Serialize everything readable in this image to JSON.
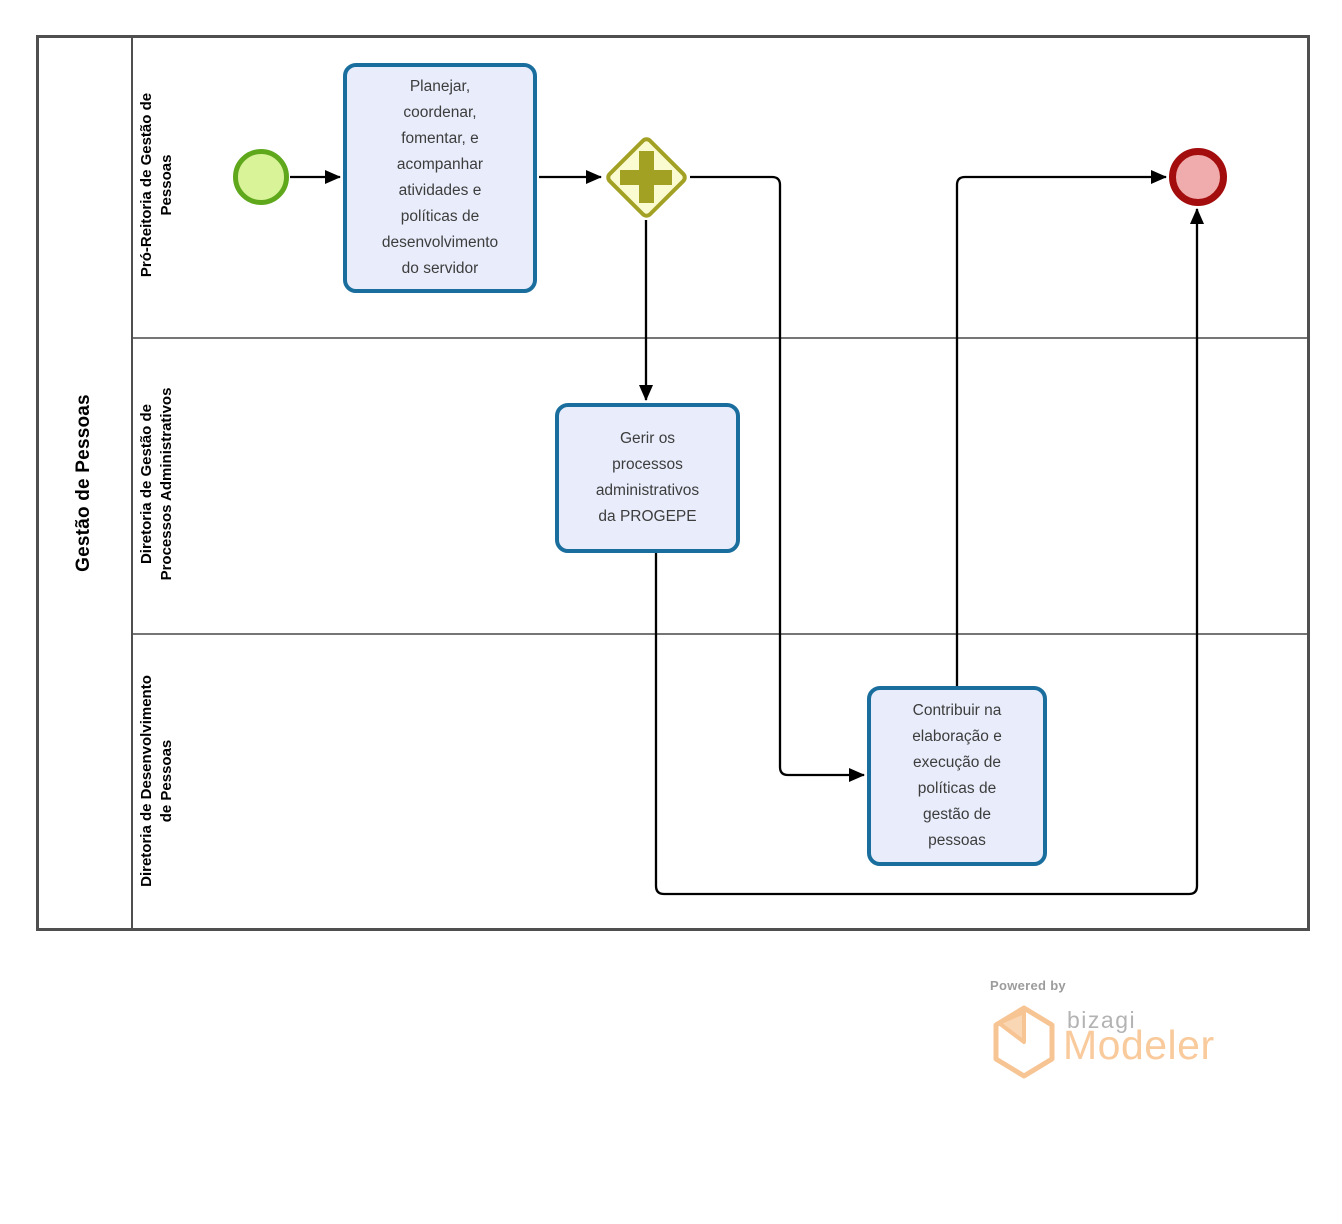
{
  "pool": {
    "title": "Gestão de Pessoas",
    "lanes": [
      {
        "label": "Pró-Reitoria de Gestão de\nPessoas"
      },
      {
        "label": "Diretoria de Gestão de\nProcessos Administrativos"
      },
      {
        "label": "Diretoria de Desenvolvimento\nde Pessoas"
      }
    ]
  },
  "nodes": {
    "start_event": {
      "type": "start-event"
    },
    "task_planejar": {
      "label": "Planejar,\ncoordenar,\nfomentar, e\nacompanhar\natividades e\npolíticas de\ndesenvolvimento\ndo servidor"
    },
    "gateway_parallel": {
      "type": "parallel-gateway"
    },
    "task_gerir": {
      "label": "Gerir os\nprocessos\nadministrativos\nda PROGEPE"
    },
    "task_contribuir": {
      "label": "Contribuir na\nelaboração e\nexecução de\npolíticas de\ngestão de\npessoas"
    },
    "end_event": {
      "type": "end-event"
    }
  },
  "colors": {
    "task_border": "#1a6e9e",
    "task_fill": "#e9edfb",
    "start_border": "#5fa81c",
    "start_fill": "#d8f398",
    "end_border": "#a30d0d",
    "end_fill": "#f0acac",
    "gateway_border": "#a3a124",
    "gateway_fill": "#fbfbd2",
    "logo_orange": "#f9ca9b"
  },
  "footer": {
    "powered_by": "Powered by",
    "brand": "bizagi",
    "product": "Modeler"
  }
}
